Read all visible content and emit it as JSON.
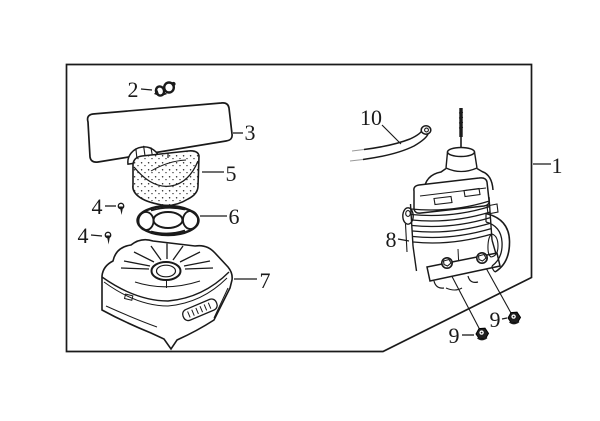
{
  "diagram": {
    "background": "#ffffff",
    "line_color": "#1a1a1a",
    "callouts": [
      {
        "label": "1"
      },
      {
        "label": "2"
      },
      {
        "label": "3"
      },
      {
        "label": "4"
      },
      {
        "label": "4"
      },
      {
        "label": "5"
      },
      {
        "label": "6"
      },
      {
        "label": "7"
      },
      {
        "label": "8"
      },
      {
        "label": "9"
      },
      {
        "label": "9"
      },
      {
        "label": "10"
      }
    ]
  }
}
